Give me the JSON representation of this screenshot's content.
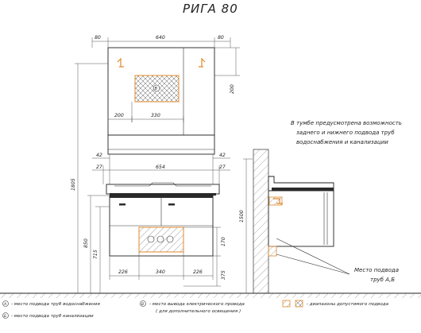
{
  "title": "РИГА 80",
  "top_dims": {
    "left": "80",
    "mid": "640",
    "right": "80"
  },
  "mirror_dims": {
    "w200": "200",
    "w330": "330",
    "h200": "200"
  },
  "vanity_dims": {
    "d42a": "42",
    "d42b": "42",
    "d27a": "27",
    "d27b": "27",
    "w654": "654",
    "h170": "170",
    "h375": "375",
    "w226a": "226",
    "w340": "340",
    "w226b": "226"
  },
  "heights": {
    "h1805": "1805",
    "h850": "850",
    "h715": "715",
    "h1500": "1500"
  },
  "side_note": [
    "В тумбе предусмотрена возможность",
    "заднего и нижнего подвода труб",
    "водоснабжения и канализации"
  ],
  "pipe_note": {
    "line1": "Место подвода",
    "line2": "труб А,Б"
  },
  "legend": {
    "a_sym": "А",
    "a_text": "- место подвода труб водоснабжения",
    "b_sym": "Б",
    "b_text": "- место подвода труб канализации",
    "v_sym": "В",
    "v_text1": "- место вывода электрического провода",
    "v_text2": "( для дополнительного освещения )",
    "zone_text": "- диапазоны допустимого подвода"
  },
  "colors": {
    "accent": "#e08a2a",
    "line": "#333333"
  }
}
